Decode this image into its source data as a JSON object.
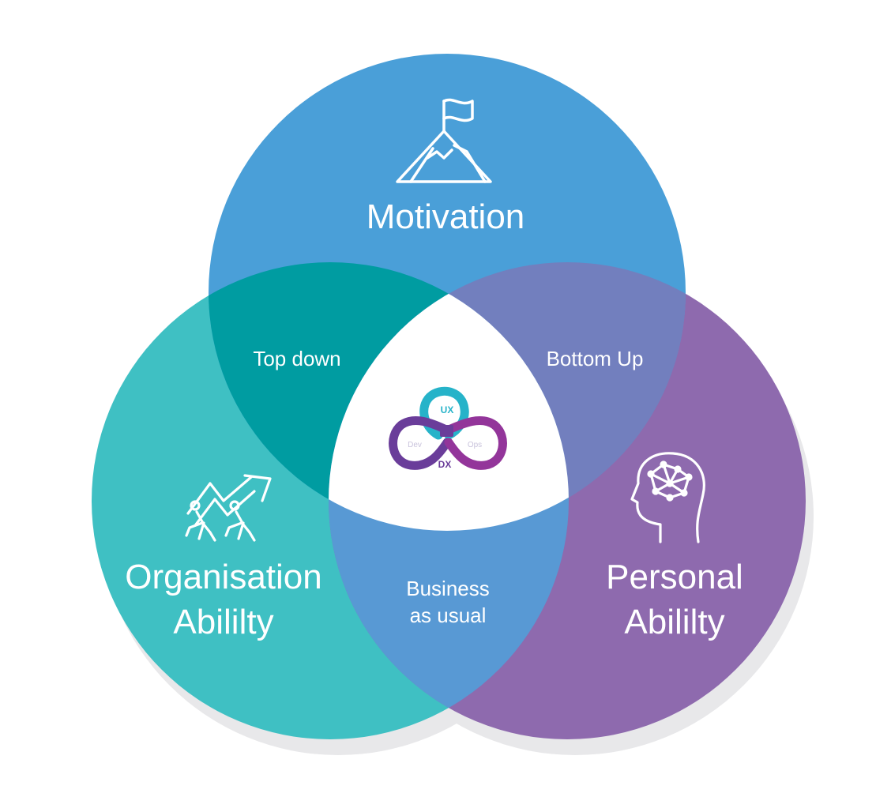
{
  "colors": {
    "top_circle": "#4a9fd8",
    "left_circle": "#3fc0c3",
    "right_circle": "#8e6aae",
    "top_left_overlap": "#009ca1",
    "top_right_overlap": "#727fbe",
    "bottom_overlap": "#5899d4",
    "center": "#ffffff",
    "shadow": "#e8e8ea",
    "label": "#ffffff",
    "logo_cyan": "#26b3c9",
    "logo_purple": "#6a3d9a",
    "logo_magenta": "#93359a"
  },
  "circles": {
    "top": {
      "line1": "Motivation",
      "icon": "mountain-flag-icon"
    },
    "left": {
      "line1": "Organisation",
      "line2": "Abililty",
      "icon": "team-push-arrow-icon"
    },
    "right": {
      "line1": "Personal",
      "line2": "Abililty",
      "icon": "head-brain-icon"
    }
  },
  "overlaps": {
    "top_left": "Top down",
    "top_right": "Bottom Up",
    "bottom": {
      "line1": "Business",
      "line2": "as usual"
    }
  },
  "center_logo": {
    "icon": "ux-devops-infinity-icon",
    "ux": "UX",
    "dev": "Dev",
    "ops": "Ops",
    "dx": "DX"
  }
}
